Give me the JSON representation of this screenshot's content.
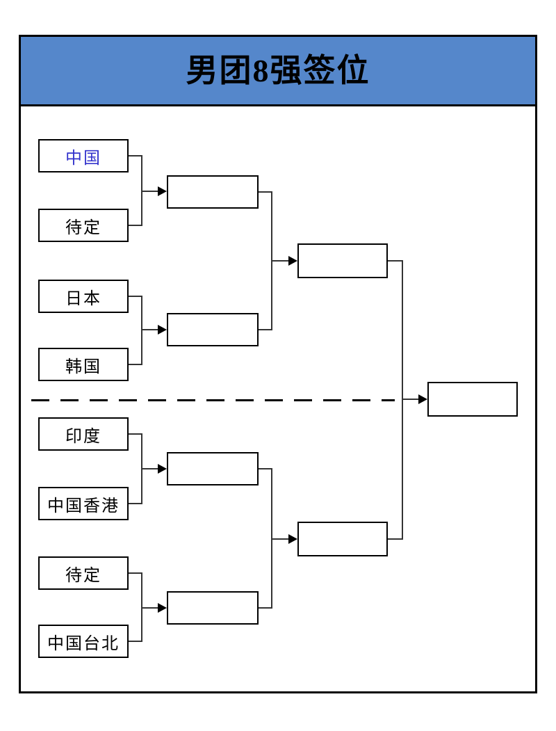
{
  "header": {
    "title": "男团8强签位"
  },
  "colors": {
    "header_bg": "#5587CB",
    "highlight_team_text": "#3333CC",
    "line": "#333333",
    "border": "#000000"
  },
  "bracket": {
    "round1": [
      {
        "label": "中国",
        "highlight": true
      },
      {
        "label": "待定",
        "highlight": false
      },
      {
        "label": "日本",
        "highlight": false
      },
      {
        "label": "韩国",
        "highlight": false
      },
      {
        "label": "印度",
        "highlight": false
      },
      {
        "label": "中国香港",
        "highlight": false
      },
      {
        "label": "待定",
        "highlight": false
      },
      {
        "label": "中国台北",
        "highlight": false
      }
    ],
    "quarterfinal_winners": [
      "",
      "",
      "",
      ""
    ],
    "semifinal_winners": [
      "",
      ""
    ],
    "champion": ""
  }
}
